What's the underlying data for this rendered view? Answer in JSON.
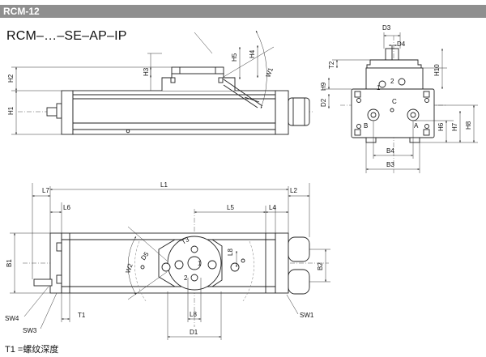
{
  "header": {
    "title": "RCM-12"
  },
  "model": "RCM–…–SE–AP–IP",
  "footnote": "T1 =螺纹深度",
  "side_view_labels": {
    "H1": "H1",
    "H2": "H2",
    "H3": "H3",
    "H4": "H4",
    "H5": "H5",
    "W1": "W1"
  },
  "end_view_labels": {
    "D3": "D3",
    "D4": "D4",
    "T2": "T2",
    "H10": "H10",
    "H9": "H9",
    "D2": "D2",
    "port_2": "2",
    "port_1": "1",
    "C": "C",
    "B": "B",
    "A": "A",
    "H6": "H6",
    "H7": "H7",
    "H8": "H8",
    "B4": "B4",
    "B3": "B3"
  },
  "top_view_labels": {
    "L7": "L7",
    "L1": "L1",
    "L2": "L2",
    "L6": "L6",
    "L5": "L5",
    "L4": "L4",
    "B1": "B1",
    "B2": "B2",
    "W2": "W2",
    "D5": "D5",
    "T3": "T3",
    "L8_top": "L8",
    "port_1": "1",
    "port_2": "2",
    "L8": "L8",
    "D1": "D1",
    "SW4": "SW4",
    "SW3": "SW3",
    "T1": "T1",
    "SW1": "SW1"
  }
}
